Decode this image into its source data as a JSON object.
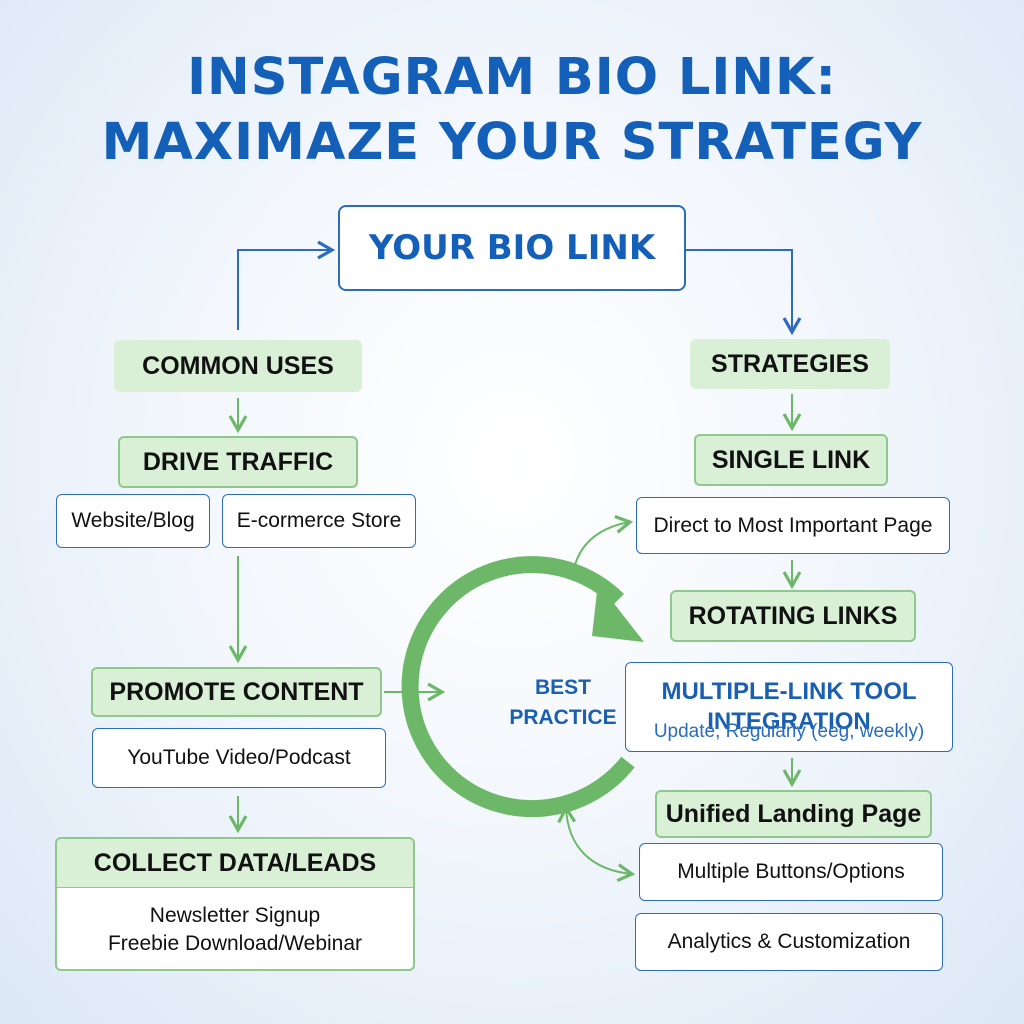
{
  "title": {
    "line1": "INSTAGRAM BIO LINK:",
    "line2": "MAXIMAZE YOUR STRATEGY"
  },
  "center": {
    "label": "YOUR BIO LINK"
  },
  "left": {
    "header": "COMMON USES",
    "drive_traffic": {
      "label": "DRIVE TRAFFIC",
      "items": [
        "Website/Blog",
        "E-cormerce Store"
      ]
    },
    "promote_content": {
      "label": "PROMOTE CONTENT",
      "items": [
        "YouTube Video/Podcast"
      ]
    },
    "collect_data": {
      "label": "COLLECT DATA/LEADS",
      "items": [
        "Newsletter Signup",
        "Freebie Download/Webinar"
      ]
    }
  },
  "cycle": {
    "label_line1": "BEST",
    "label_line2": "PRACTICE"
  },
  "right": {
    "header": "STRATEGIES",
    "single_link": {
      "label": "SINGLE LINK",
      "item": "Direct to Most Important Page"
    },
    "rotating_links": {
      "label": "ROTATING LINKS",
      "title": "MULTIPLE-LINK TOOL INTEGRATION",
      "subtitle": "Update, Regularly (eeg, weekly)"
    },
    "landing": {
      "label": "Unified Landing Page",
      "items": [
        "Multiple Buttons/Options",
        "Analytics & Customization"
      ]
    }
  },
  "colors": {
    "title_blue": "#1460b8",
    "green_fill": "#d9f0d6",
    "green_stroke": "#6cb868",
    "blue_stroke": "#2c6cc0"
  }
}
